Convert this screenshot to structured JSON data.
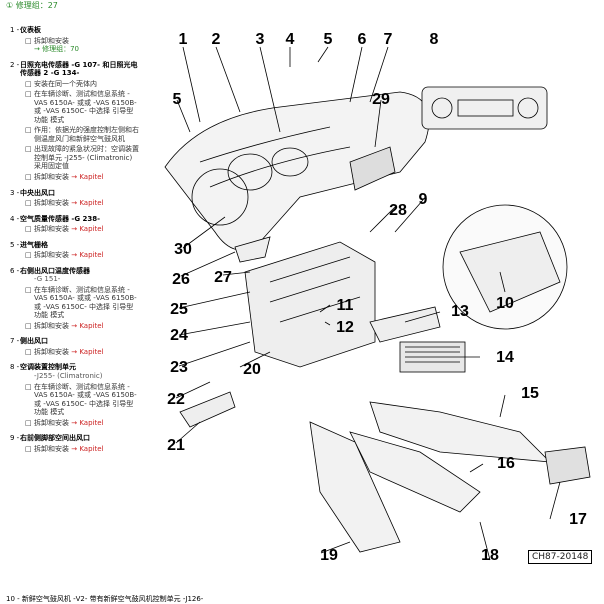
{
  "header": "① 修理组：27",
  "legend": [
    {
      "num": "1",
      "title": "仪表板",
      "bullets": [
        [
          "拆卸和安装"
        ]
      ],
      "links": [
        [
          "→ 修理组：70",
          "green"
        ]
      ]
    },
    {
      "num": "2",
      "title": "日照充电传感器 -G 107- 和日照光电传感器 2 -G 134-",
      "bullets": [
        [
          "安装在同一个壳体内"
        ],
        [
          "在车辆诊断、测试和信息系统 -VAS 6150A- 或或 -VAS 6150B- 或 -VAS 6150C- 中选择 引导型功能 模式"
        ],
        [
          "作用：依据光的强度控制左侧和右侧温度风门和新鲜空气鼓风机"
        ],
        [
          "出现故障的紧急状况时：空调装置控制单元 -J255- (Climatronic) 采用固定值"
        ]
      ]
    },
    {
      "num": "3",
      "title": "中央出风口"
    },
    {
      "num": "4",
      "title": "空气质量传感器 -G 238-"
    },
    {
      "num": "5",
      "title": "进气栅格"
    },
    {
      "num": "6",
      "title": "右侧出风口温度传感器",
      "sub": "-G 151-",
      "bullets": [
        [
          "在车辆诊断、测试和信息系统 -VAS 6150A- 或或 -VAS 6150B- 或 -VAS 6150C- 中选择 引导型功能 模式"
        ]
      ]
    },
    {
      "num": "7",
      "title": "侧出风口"
    },
    {
      "num": "8",
      "title": "空调装置控制单元",
      "sub": "-J255- (Climatronic)",
      "bullets": [
        [
          "在车辆诊断、测试和信息系统 -VAS 6150A- 或或 -VAS 6150B- 或 -VAS 6150C- 中选择 引导型功能 模式"
        ]
      ]
    },
    {
      "num": "9",
      "title": "右前侧脚部空间出风口"
    }
  ],
  "common": {
    "remove_install": "拆卸和安装",
    "kapitel": "→ Kapitel"
  },
  "callouts": [
    "1",
    "2",
    "3",
    "4",
    "5",
    "6",
    "7",
    "8",
    "5",
    "29",
    "28",
    "9",
    "30",
    "26",
    "27",
    "25",
    "11",
    "12",
    "10",
    "13",
    "24",
    "23",
    "14",
    "22",
    "20",
    "15",
    "21",
    "16",
    "17",
    "19",
    "18"
  ],
  "figure_code": "CH87-20148",
  "footer": "10 - 新鲜空气鼓风机 -V2- 带有新鲜空气鼓风机控制单元 -J126-"
}
